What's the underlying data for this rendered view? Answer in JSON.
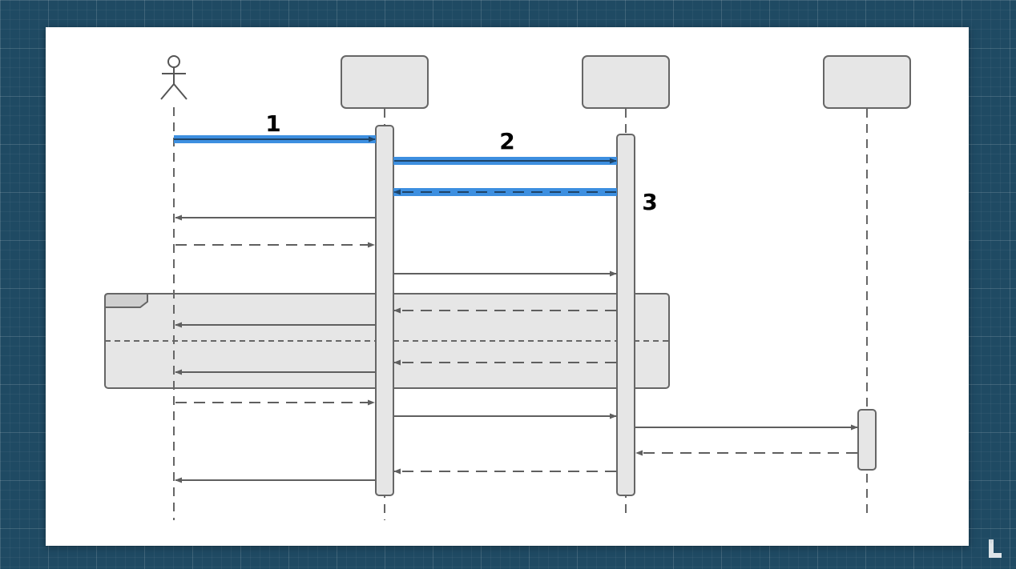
{
  "diagram": {
    "type": "sequence",
    "participants": [
      {
        "id": "actor",
        "kind": "actor",
        "label": ""
      },
      {
        "id": "p1",
        "kind": "box",
        "label": ""
      },
      {
        "id": "p2",
        "kind": "box",
        "label": ""
      },
      {
        "id": "p3",
        "kind": "box",
        "label": ""
      }
    ],
    "messages": [
      {
        "from": "actor",
        "to": "p1",
        "style": "solid",
        "highlighted": true,
        "step": "1"
      },
      {
        "from": "p1",
        "to": "p2",
        "style": "solid",
        "highlighted": true,
        "step": "2"
      },
      {
        "from": "p2",
        "to": "p1",
        "style": "dashed",
        "highlighted": true,
        "step": "3"
      },
      {
        "from": "p1",
        "to": "actor",
        "style": "solid"
      },
      {
        "from": "actor",
        "to": "p1",
        "style": "dashed"
      },
      {
        "from": "p1",
        "to": "p2",
        "style": "solid"
      },
      {
        "from": "p2",
        "to": "p1",
        "style": "dashed",
        "in_fragment": "alt-upper"
      },
      {
        "from": "p1",
        "to": "actor",
        "style": "solid",
        "in_fragment": "alt-upper"
      },
      {
        "from": "p2",
        "to": "p1",
        "style": "dashed",
        "in_fragment": "alt-lower"
      },
      {
        "from": "p1",
        "to": "actor",
        "style": "solid",
        "in_fragment": "alt-lower"
      },
      {
        "from": "actor",
        "to": "p1",
        "style": "dashed"
      },
      {
        "from": "p1",
        "to": "p2",
        "style": "solid"
      },
      {
        "from": "p2",
        "to": "p3",
        "style": "solid"
      },
      {
        "from": "p3",
        "to": "p2",
        "style": "dashed"
      },
      {
        "from": "p2",
        "to": "p1",
        "style": "dashed"
      },
      {
        "from": "p1",
        "to": "actor",
        "style": "solid"
      }
    ],
    "fragment": {
      "label": "",
      "operands": 2
    },
    "step_labels": [
      "1",
      "2",
      "3"
    ]
  },
  "colors": {
    "background": "#1f4a63",
    "canvas": "#ffffff",
    "line": "#5f5f5f",
    "box_fill": "#e6e6e6",
    "box_stroke": "#666666",
    "highlight": "#3d8fe0",
    "label": "#000000"
  },
  "icons": {
    "actor": "stick-figure-icon",
    "brand": "lucid-logo-icon"
  }
}
